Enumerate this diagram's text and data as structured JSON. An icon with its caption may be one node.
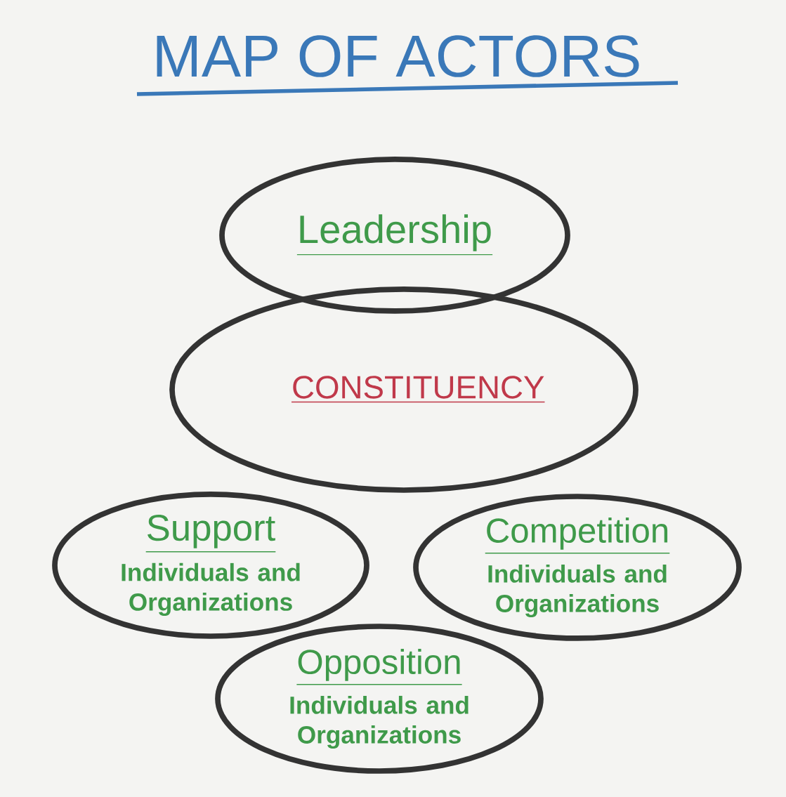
{
  "diagram": {
    "title": "MAP OF ACTORS",
    "nodes": [
      {
        "text": [
          "Leadership"
        ]
      },
      {
        "text": [
          "CONSTITUENCY"
        ]
      },
      {
        "text": [
          "Support",
          "Individuals and Organizations"
        ]
      },
      {
        "text": [
          "Competition",
          "Individuals and Organizations"
        ]
      },
      {
        "text": [
          "Opposition",
          "Individuals and Organizations"
        ]
      }
    ]
  }
}
